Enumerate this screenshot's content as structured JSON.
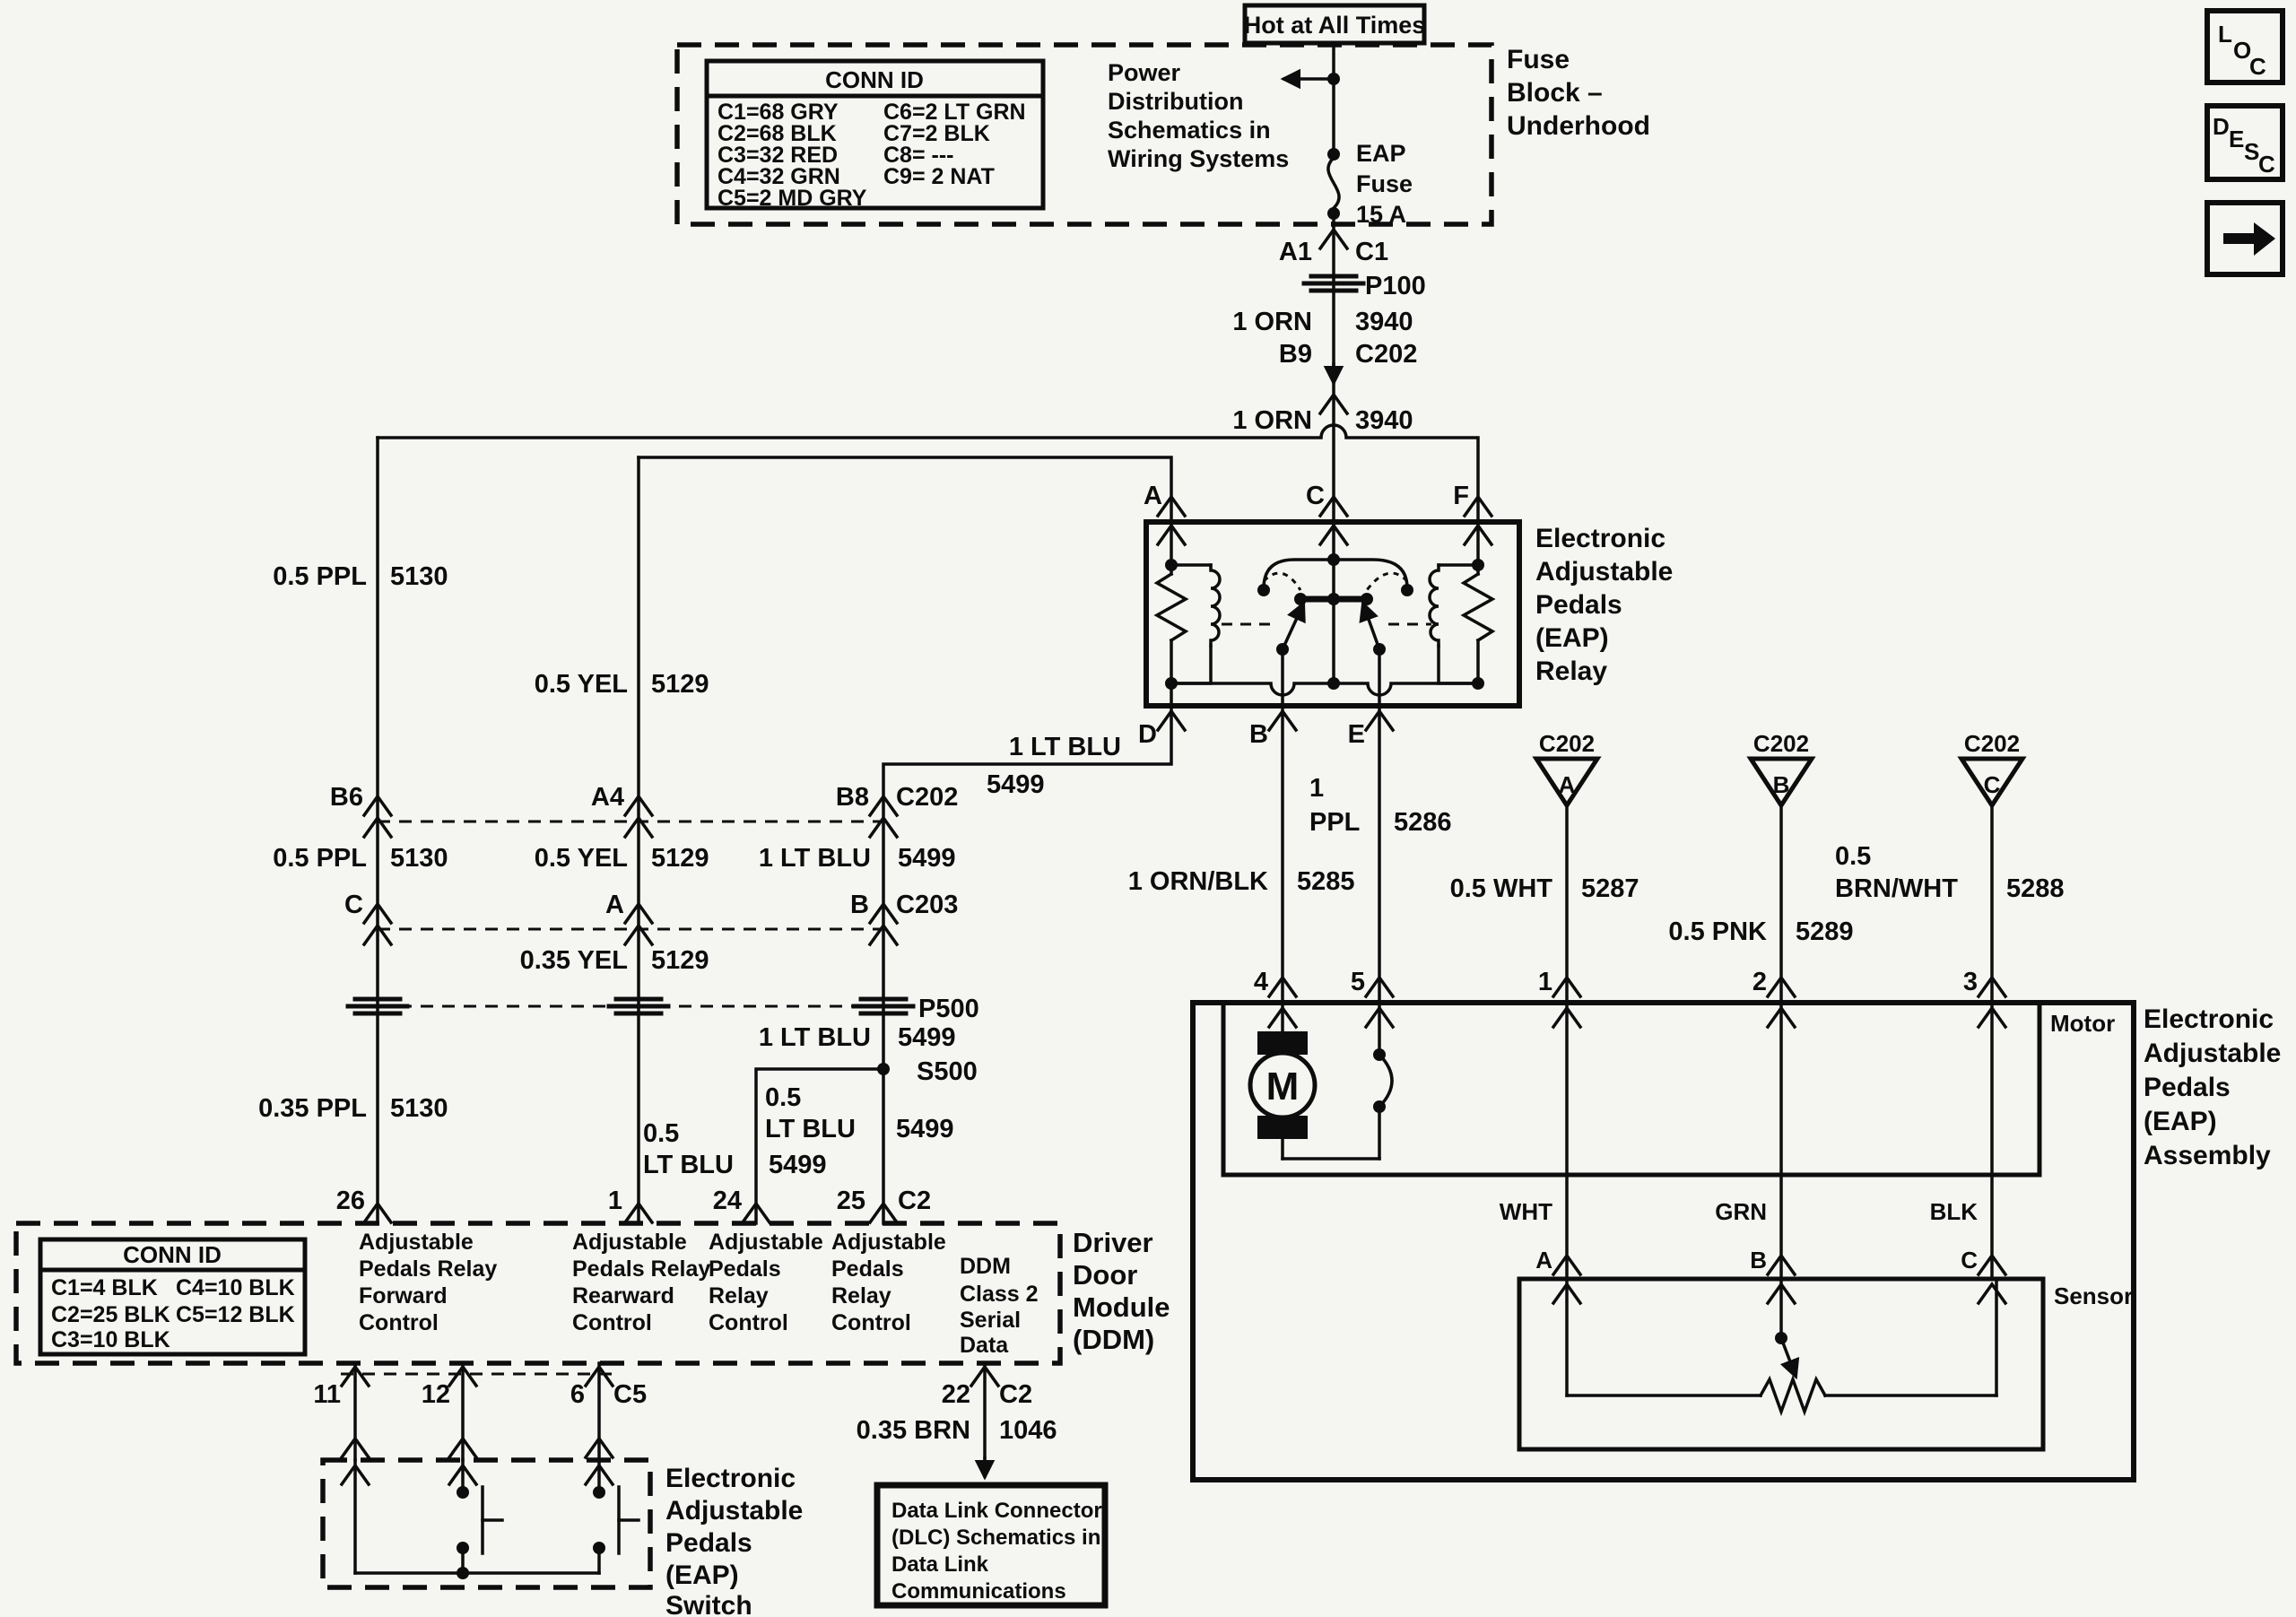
{
  "corner": {
    "loc": [
      "L",
      "O",
      "C"
    ],
    "desc": [
      "D",
      "E",
      "S",
      "C"
    ]
  },
  "fuse_block": {
    "hot": "Hot at All Times",
    "name": [
      "Fuse",
      "Block –",
      "Underhood"
    ],
    "power_note": [
      "Power",
      "Distribution",
      "Schematics in",
      "Wiring Systems"
    ],
    "fuse": [
      "EAP",
      "Fuse",
      "15 A"
    ],
    "conn_id_title": "CONN ID",
    "conn_col1": [
      "C1=68 GRY",
      "C2=68 BLK",
      "C3=32 RED",
      "C4=32 GRN",
      "C5=2 MD GRY"
    ],
    "conn_col2": [
      "C6=2 LT GRN",
      "C7=2 BLK",
      "C8= ---",
      "C9= 2 NAT"
    ]
  },
  "feed": {
    "a1": "A1",
    "c1": "C1",
    "p100": "P100",
    "seg1_size": "1 ORN",
    "seg1_ckt": "3940",
    "b9": "B9",
    "c202": "C202",
    "seg2_size": "1 ORN",
    "seg2_ckt": "3940"
  },
  "relay": {
    "pin_a": "A",
    "pin_c": "C",
    "pin_f": "F",
    "pin_d": "D",
    "pin_b": "B",
    "pin_e": "E",
    "name": [
      "Electronic",
      "Adjustable",
      "Pedals",
      "(EAP)",
      "Relay"
    ]
  },
  "left": {
    "ppl_top": {
      "size": "0.5 PPL",
      "ckt": "5130"
    },
    "yel_top": {
      "size": "0.5 YEL",
      "ckt": "5129"
    },
    "d_branch": {
      "size": "1 LT BLU",
      "ckt": "5499"
    },
    "row1": {
      "p1": "B6",
      "p2": "A4",
      "p3": "B8",
      "conn": "C202"
    },
    "row1_ppl": {
      "size": "0.5 PPL",
      "ckt": "5130"
    },
    "row1_yel": {
      "size": "0.5 YEL",
      "ckt": "5129"
    },
    "row1_blu": {
      "size": "1 LT BLU",
      "ckt": "5499"
    },
    "row2": {
      "p1": "C",
      "p2": "A",
      "p3": "B",
      "conn": "C203"
    },
    "yel_035": {
      "size": "0.35 YEL",
      "ckt": "5129"
    },
    "p500": "P500",
    "blu_mid": {
      "size": "1 LT BLU",
      "ckt": "5499"
    },
    "s500": "S500",
    "ppl_035": {
      "size": "0.35 PPL",
      "ckt": "5130"
    },
    "w25": {
      "l1": "0.5",
      "l2": "LT BLU",
      "ckt": "5499"
    },
    "w24": {
      "l1": "0.5",
      "l2": "LT BLU",
      "ckt": "5499"
    }
  },
  "ddm": {
    "p26": "26",
    "p1": "1",
    "p24": "24",
    "p25": "25",
    "c2": "C2",
    "conn_id_title": "CONN ID",
    "conn_col1": [
      "C1=4 BLK",
      "C2=25 BLK",
      "C3=10 BLK"
    ],
    "conn_col2": [
      "C4=10 BLK",
      "C5=12 BLK"
    ],
    "fn26": [
      "Adjustable",
      "Pedals Relay",
      "Forward",
      "Control"
    ],
    "fn1": [
      "Adjustable",
      "Pedals Relay",
      "Rearward",
      "Control"
    ],
    "fn24": [
      "Adjustable",
      "Pedals",
      "Relay",
      "Control"
    ],
    "fn25": [
      "Adjustable",
      "Pedals",
      "Relay",
      "Control"
    ],
    "fn22": [
      "DDM",
      "Class 2",
      "Serial",
      "Data"
    ],
    "name": [
      "Driver",
      "Door",
      "Module",
      "(DDM)"
    ],
    "p11": "11",
    "p12": "12",
    "p6": "6",
    "c5": "C5",
    "p22": "22",
    "c2b": "C2"
  },
  "eap_switch": {
    "name": [
      "Electronic",
      "Adjustable",
      "Pedals",
      "(EAP)",
      "Switch"
    ]
  },
  "dlc": {
    "wire": {
      "size": "0.35 BRN",
      "ckt": "1046"
    },
    "box": [
      "Data Link Connector",
      "(DLC) Schematics in",
      "Data Link",
      "Communications"
    ]
  },
  "right": {
    "wb": {
      "size": "1 ORN/BLK",
      "ckt": "5285",
      "pin": "4"
    },
    "we": {
      "l1": "1",
      "l2": "PPL",
      "ckt": "5286",
      "pin": "5"
    },
    "ta": {
      "conn": "C202",
      "letter": "A",
      "size": "0.5 WHT",
      "ckt": "5287",
      "pin": "1"
    },
    "tb": {
      "conn": "C202",
      "letter": "B",
      "size": "0.5 PNK",
      "ckt": "5289",
      "pin": "2"
    },
    "tc": {
      "conn": "C202",
      "letter": "C",
      "l1": "0.5",
      "l2": "BRN/WHT",
      "ckt": "5288",
      "pin": "3"
    }
  },
  "assembly": {
    "name": [
      "Electronic",
      "Adjustable",
      "Pedals",
      "(EAP)",
      "Assembly"
    ],
    "motor": "Motor",
    "m": "M",
    "sensor": "Sensor",
    "wht": "WHT",
    "grn": "GRN",
    "blk": "BLK",
    "sa": "A",
    "sb": "B",
    "sc": "C"
  }
}
